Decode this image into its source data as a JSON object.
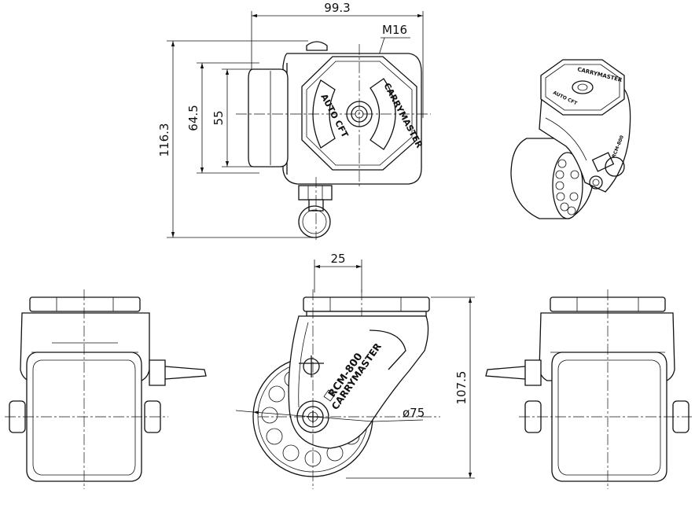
{
  "dimensions": {
    "width_top": "99.3",
    "thread": "M16",
    "overall_height": "116.3",
    "outer_bracket": "64.5",
    "inner_bracket": "55",
    "offset": "25",
    "height": "107.5",
    "wheel_diameter": "ø75"
  },
  "markings": {
    "brand": "CARRYMASTER",
    "mode": "AUTO CFT",
    "model": "RCM-800"
  }
}
